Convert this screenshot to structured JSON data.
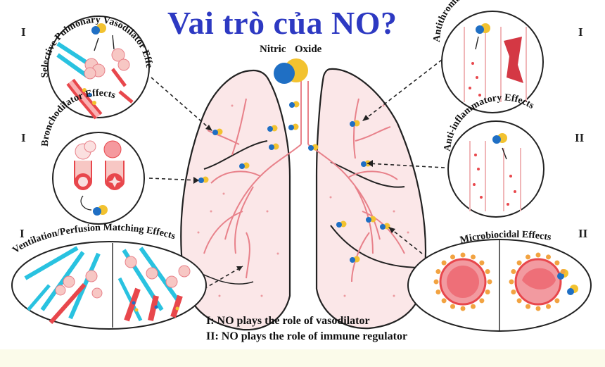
{
  "title": "Vai trò của NO?",
  "molecule_label_1": "Nitric",
  "molecule_label_2": "Oxide",
  "panels": {
    "vasodilator": "Selective Pulmonary Vasodilator Effects",
    "antithrombotic": "Antithrombotic Effects",
    "bronchodilator": "Bronchodilator Effects",
    "antiinflammatory": "Anti-inflammatory Effects",
    "ventilation": "Ventilation/Perfusion Matching Effects",
    "microbiocidal": "Microbiocidal Effects"
  },
  "roman": {
    "vasodilator": "I",
    "antithrombotic": "I",
    "bronchodilator": "I",
    "antiinflammatory": "II",
    "ventilation": "I",
    "microbiocidal": "II"
  },
  "legend": {
    "line1": "I: NO plays the role of vasodilator",
    "line2": "II: NO plays the role of immune regulator"
  },
  "colors": {
    "title": "#2d39c2",
    "no_blue": "#1f6fc4",
    "no_yellow": "#f2c230",
    "vessel_red": "#e8474c",
    "airway_cyan": "#29c2e0",
    "lung_fill": "#fbe7e8"
  }
}
